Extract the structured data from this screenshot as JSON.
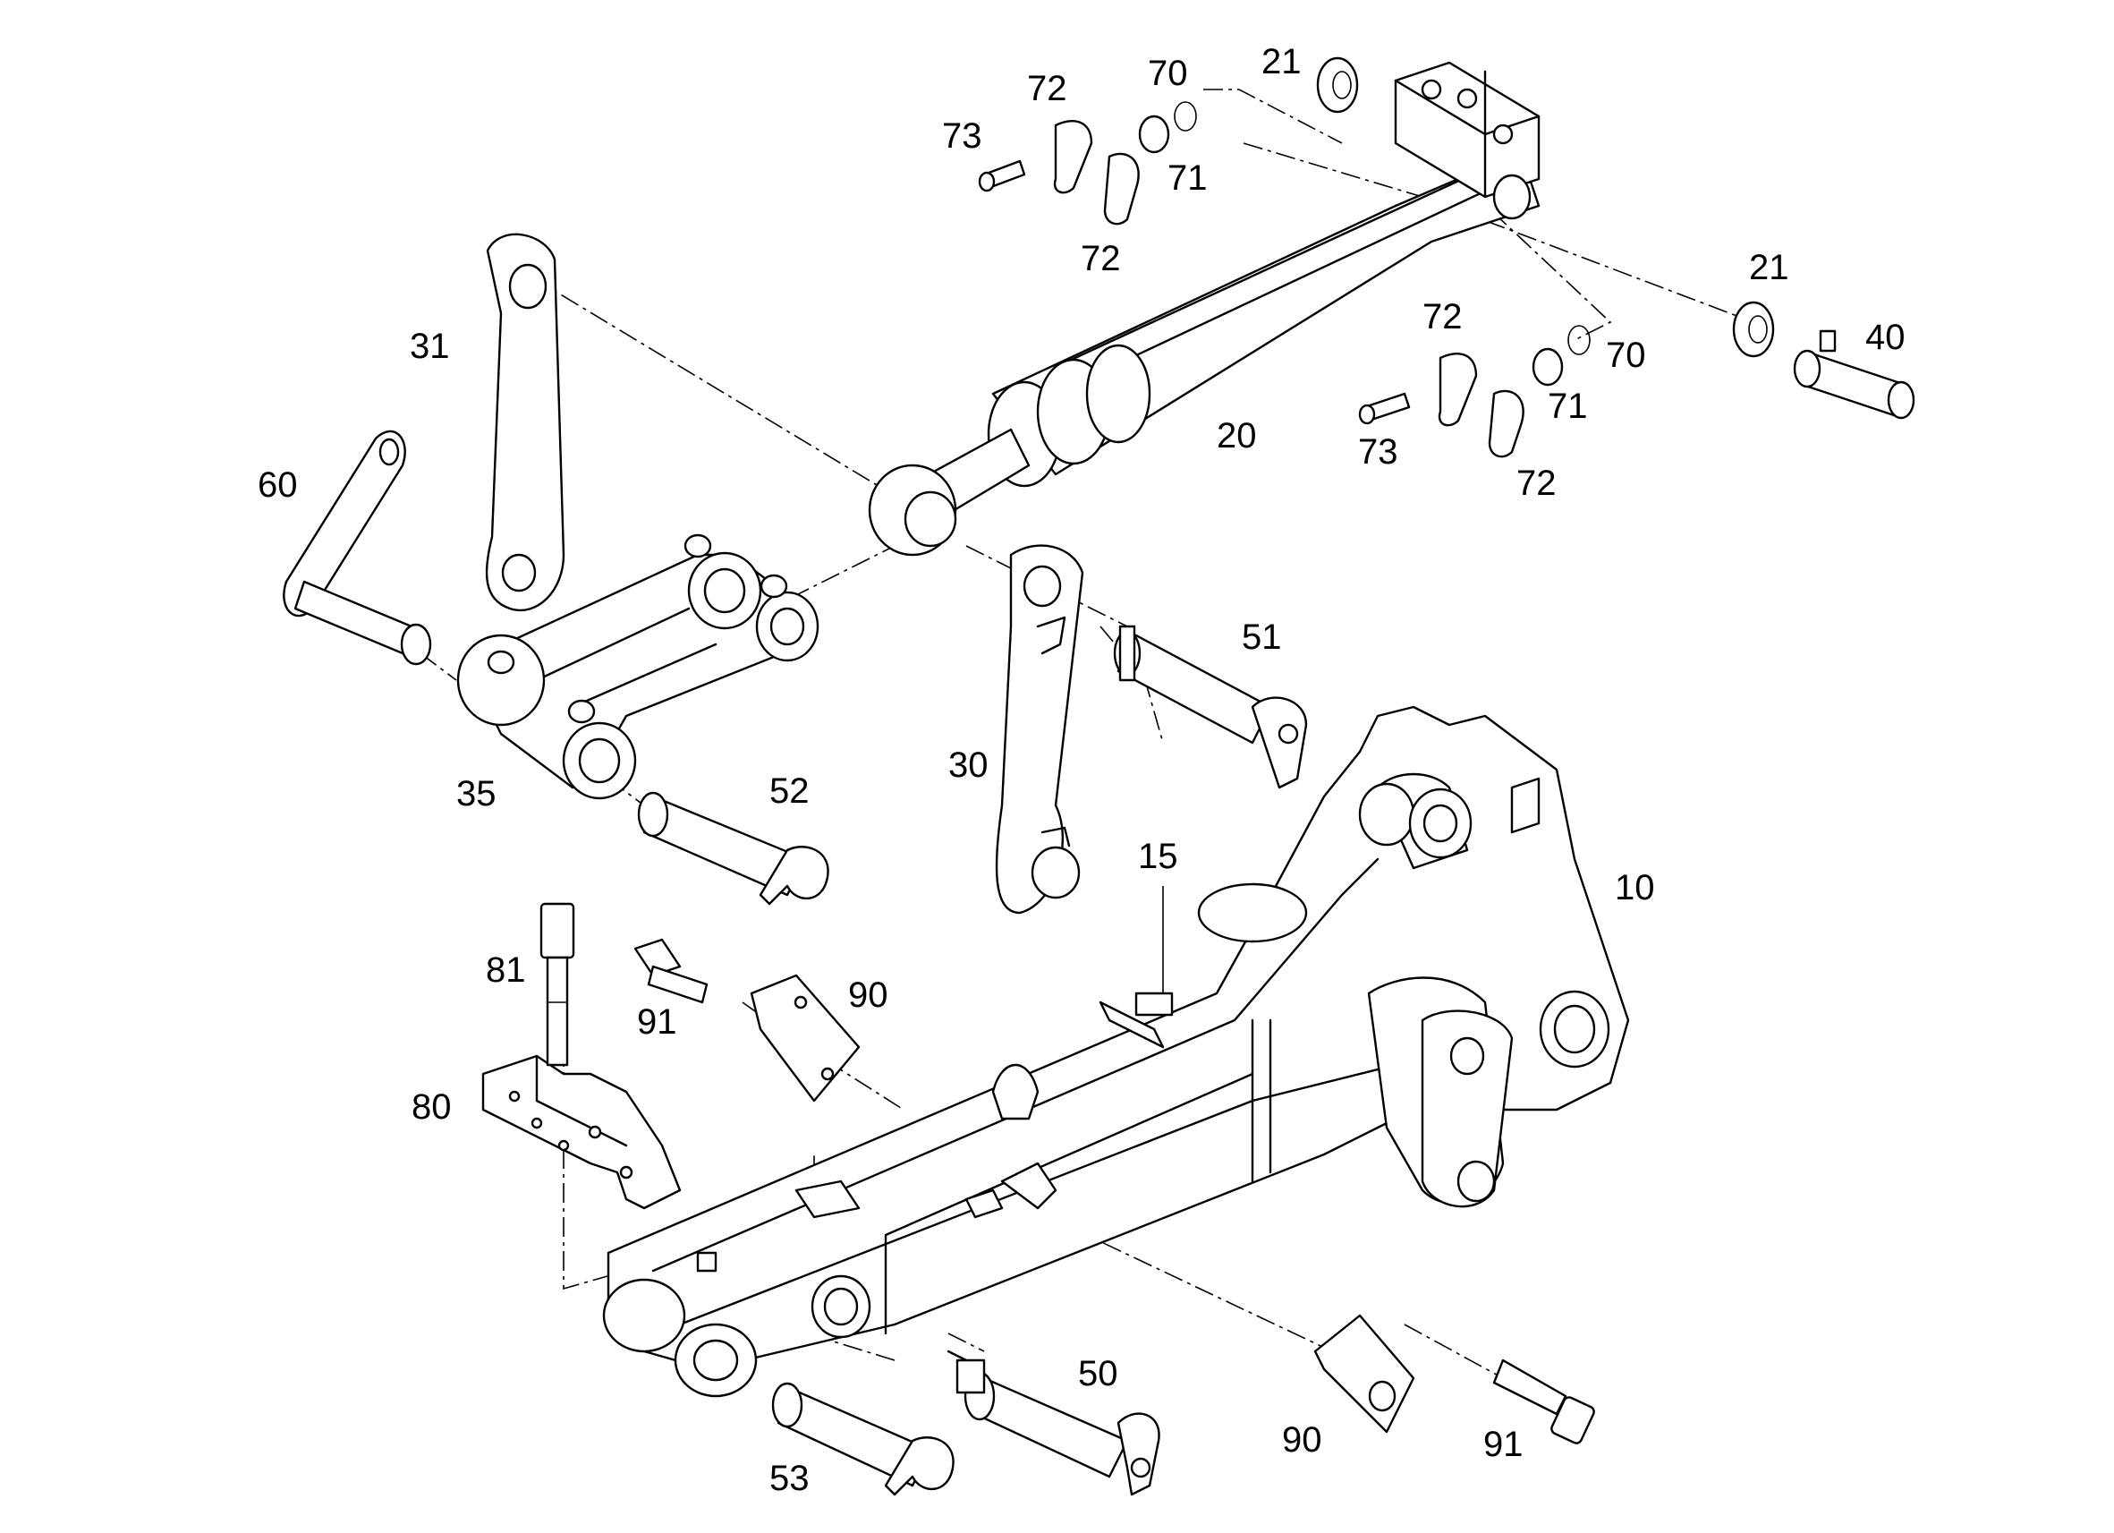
{
  "callouts": [
    {
      "id": "c10",
      "text": "10"
    },
    {
      "id": "c15",
      "text": "15"
    },
    {
      "id": "c20",
      "text": "20"
    },
    {
      "id": "c21a",
      "text": "21"
    },
    {
      "id": "c21b",
      "text": "21"
    },
    {
      "id": "c30",
      "text": "30"
    },
    {
      "id": "c31",
      "text": "31"
    },
    {
      "id": "c35",
      "text": "35"
    },
    {
      "id": "c40",
      "text": "40"
    },
    {
      "id": "c50",
      "text": "50"
    },
    {
      "id": "c51",
      "text": "51"
    },
    {
      "id": "c52",
      "text": "52"
    },
    {
      "id": "c53",
      "text": "53"
    },
    {
      "id": "c60",
      "text": "60"
    },
    {
      "id": "c70a",
      "text": "70"
    },
    {
      "id": "c70b",
      "text": "70"
    },
    {
      "id": "c71a",
      "text": "71"
    },
    {
      "id": "c71b",
      "text": "71"
    },
    {
      "id": "c72a",
      "text": "72"
    },
    {
      "id": "c72b",
      "text": "72"
    },
    {
      "id": "c72c",
      "text": "72"
    },
    {
      "id": "c72d",
      "text": "72"
    },
    {
      "id": "c73a",
      "text": "73"
    },
    {
      "id": "c73b",
      "text": "73"
    },
    {
      "id": "c80",
      "text": "80"
    },
    {
      "id": "c81",
      "text": "81"
    },
    {
      "id": "c90a",
      "text": "90"
    },
    {
      "id": "c90b",
      "text": "90"
    },
    {
      "id": "c91a",
      "text": "91"
    },
    {
      "id": "c91b",
      "text": "91"
    }
  ]
}
